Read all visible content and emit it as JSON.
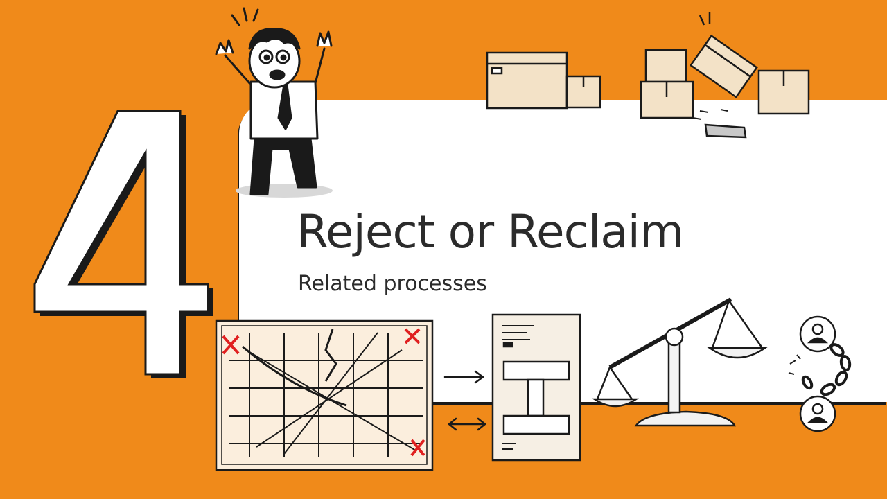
{
  "slide": {
    "number": "4",
    "title": "Reject or Reclaim",
    "subtitle": "Related processes"
  },
  "colors": {
    "background": "#f08a1a",
    "card": "#ffffff",
    "ink": "#1a1a1a",
    "text": "#2b2b2b",
    "mark": "#e02020",
    "box": "#f3e2c7"
  },
  "icons": [
    "stressed-man-icon",
    "stacked-boxes-icon",
    "falling-boxes-icon",
    "cracked-grid-document-icon",
    "arrow-right-icon",
    "double-arrow-icon",
    "form-document-icon",
    "balance-scale-icon",
    "broken-chain-users-icon"
  ]
}
